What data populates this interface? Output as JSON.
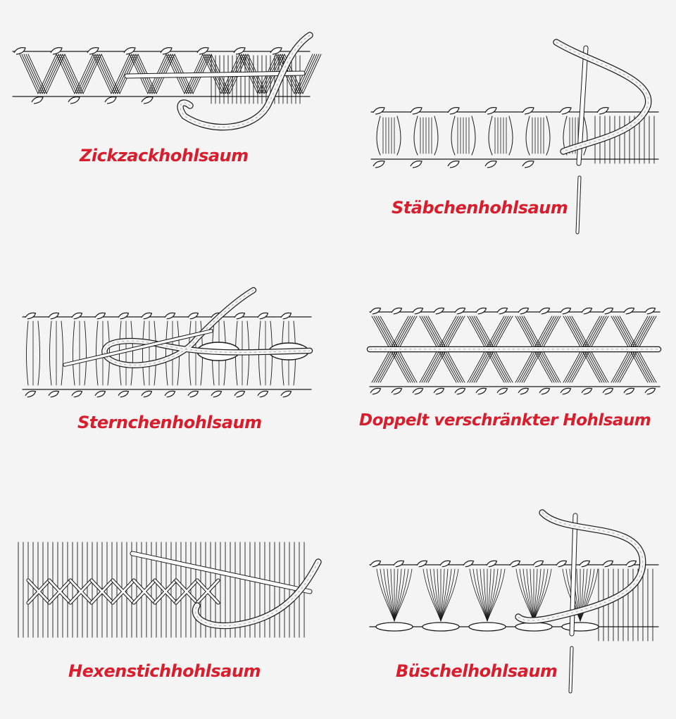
{
  "panels": [
    {
      "id": "zickzack",
      "caption": "Zickzackhohlsaum"
    },
    {
      "id": "staebchen",
      "caption": "Stäbchenhohlsaum"
    },
    {
      "id": "sternchen",
      "caption": "Sternchenhohlsaum"
    },
    {
      "id": "doppelt",
      "caption": "Doppelt verschränkter Hohlsaum"
    },
    {
      "id": "hexenstich",
      "caption": "Hexenstichhohlsaum"
    },
    {
      "id": "bueschel",
      "caption": "Büschelhohlsaum"
    }
  ],
  "colors": {
    "caption": "#d91d2d",
    "ink": "#1a1a1a",
    "background": "#f4f4f4"
  }
}
